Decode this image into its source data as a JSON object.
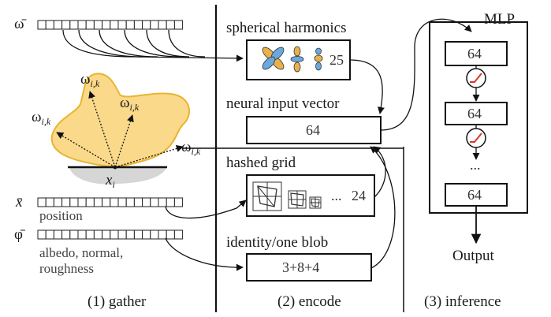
{
  "gather": {
    "omega_bar_label": "ω̄",
    "x_bar_label": "x̄",
    "phi_bar_label": "φ̄",
    "omega_ik_label": "ω",
    "omega_ik_sub": "i,k",
    "xi_label": "x",
    "xi_sub": "i",
    "position_label": "position",
    "albedo_label_line1": "albedo, normal,",
    "albedo_label_line2": "roughness",
    "caption": "(1) gather"
  },
  "encode": {
    "spherical_title": "spherical harmonics",
    "spherical_count": "25",
    "neural_title": "neural input vector",
    "neural_value": "64",
    "hashed_title": "hashed grid",
    "hashed_ellipsis": "...",
    "hashed_count": "24",
    "identity_title": "identity/one blob",
    "identity_value": "3+8+4",
    "caption": "(2) encode"
  },
  "inference": {
    "mlp_title": "MLP",
    "layers": [
      "64",
      "64",
      "64"
    ],
    "ellipsis": "...",
    "output_label": "Output",
    "caption": "(3) inference"
  },
  "colors": {
    "lobe_fill": "#fbd98a",
    "lobe_stroke": "#e8b530",
    "surface_fill": "#d6d6d6",
    "sh_orange": "#e8b24a",
    "sh_blue": "#6aa8dd",
    "activation_red": "#d23a2a"
  }
}
